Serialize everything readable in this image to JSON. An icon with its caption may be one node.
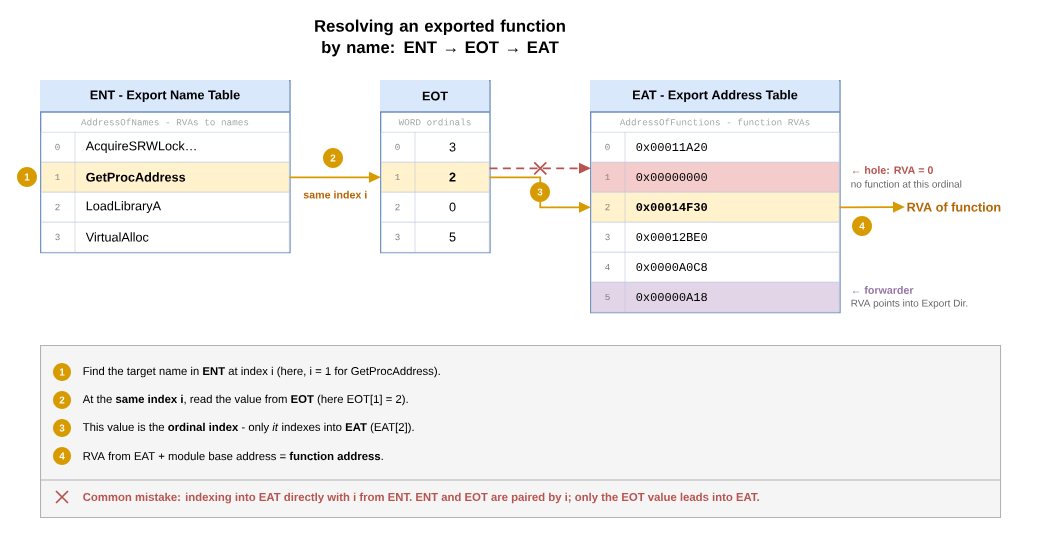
{
  "diagram": {
    "title": "Resolving an exported function by name: ENT → EOT → EAT",
    "nodes": [
      {
        "text": [
          "ENT - Export Name Table",
          "AddressOfNames - RVAs to names"
        ]
      },
      {
        "text": [
          "0",
          "AcquireSRWLock…"
        ],
        "in": 0
      },
      {
        "text": [
          "1",
          "GetProcAddress"
        ],
        "in": 0
      },
      {
        "text": [
          "2",
          "LoadLibraryA"
        ],
        "in": 0
      },
      {
        "text": [
          "3",
          "VirtualAlloc"
        ],
        "in": 0
      },
      {
        "text": [
          "EOT",
          "WORD ordinals"
        ]
      },
      {
        "text": [
          "0",
          "3"
        ],
        "in": 5
      },
      {
        "text": [
          "1",
          "2"
        ],
        "in": 5
      },
      {
        "text": [
          "2",
          "0"
        ],
        "in": 5
      },
      {
        "text": [
          "3",
          "5"
        ],
        "in": 5
      },
      {
        "text": [
          "EAT - Export Address Table",
          "AddressOfFunctions - function RVAs"
        ]
      },
      {
        "text": [
          "0",
          "0x00011A20"
        ],
        "in": 10
      },
      {
        "text": [
          "1",
          "0x00000000"
        ],
        "in": 10,
        "beside": [
          "← hole: RVA = 0",
          "no function at this ordinal"
        ]
      },
      {
        "text": [
          "2",
          "0x00014F30"
        ],
        "in": 10
      },
      {
        "text": [
          "3",
          "0x00012BE0"
        ],
        "in": 10
      },
      {
        "text": [
          "4",
          "0x0000A0C8"
        ],
        "in": 10
      },
      {
        "text": [
          "5",
          "0x00000A18"
        ],
        "in": 10,
        "beside": [
          "← forwarder",
          "RVA points into Export Dir."
        ]
      },
      {
        "text": [
          "RVA of function"
        ]
      },
      {
        "text": [
          "Find the target name in **ENT** at index i (here, i = 1 for GetProcAddress).",
          "At the **same index i**, read the value from **EOT** (here EOT[1] = 2).",
          "This value is the **ordinal index** - only *it* indexes into **EAT** (EAT[2]).",
          "RVA from EAT + module base address = **function address**.",
          "Common mistake: indexing into EAT directly with i from ENT. ENT and EOT are paired by i; only the EOT value leads into EAT."
        ]
      }
    ],
    "edges": [
      {
        "from": 2,
        "to": 7,
        "arrow": "to",
        "label": "same index i"
      },
      {
        "from": 7,
        "to": 12,
        "arrow": "to",
        "style": "dashed",
        "color": "#b85450"
      },
      {
        "from": 7,
        "to": 13,
        "arrow": "to"
      },
      {
        "from": 13,
        "to": 17,
        "arrow": "to"
      }
    ],
    "labels": [
      "1",
      "2",
      "3",
      "4",
      "1",
      "2",
      "3",
      "4"
    ]
  }
}
